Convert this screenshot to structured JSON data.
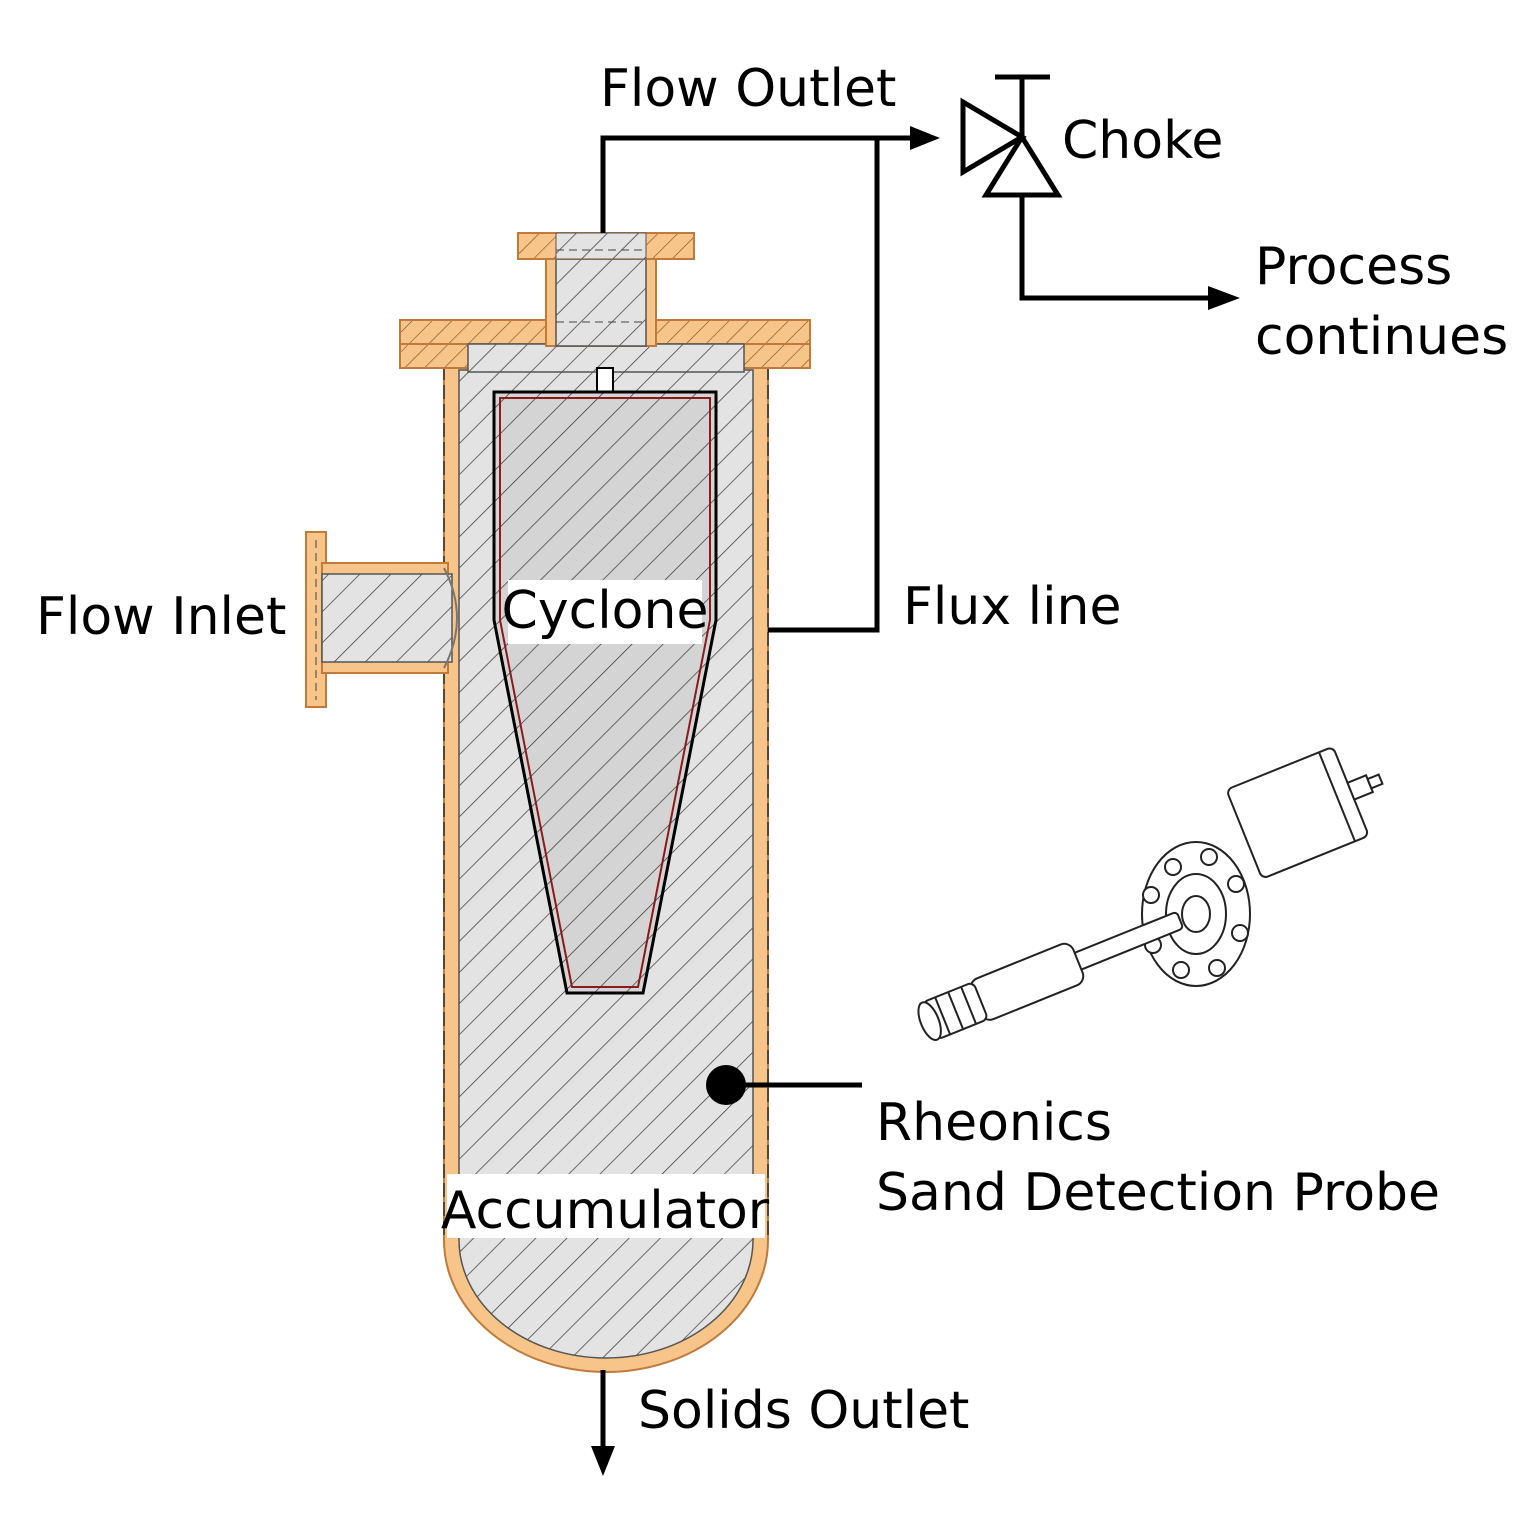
{
  "labels": {
    "flow_outlet": "Flow Outlet",
    "choke": "Choke",
    "process_line1": "Process",
    "process_line2": "continues",
    "flow_inlet": "Flow Inlet",
    "cyclone": "Cyclone",
    "flux_line": "Flux line",
    "probe_line1": "Rheonics",
    "probe_line2": "Sand Detection Probe",
    "accumulator": "Accumulator",
    "solids_outlet": "Solids Outlet"
  },
  "colors": {
    "shell": "#f7c48a",
    "shell_outline": "#c07a3a",
    "hatch_fill": "#e3e3e3",
    "cyclone_fill": "#d4d4d4",
    "cyclone_outline": "#8b1a1a",
    "line": "#000000"
  }
}
